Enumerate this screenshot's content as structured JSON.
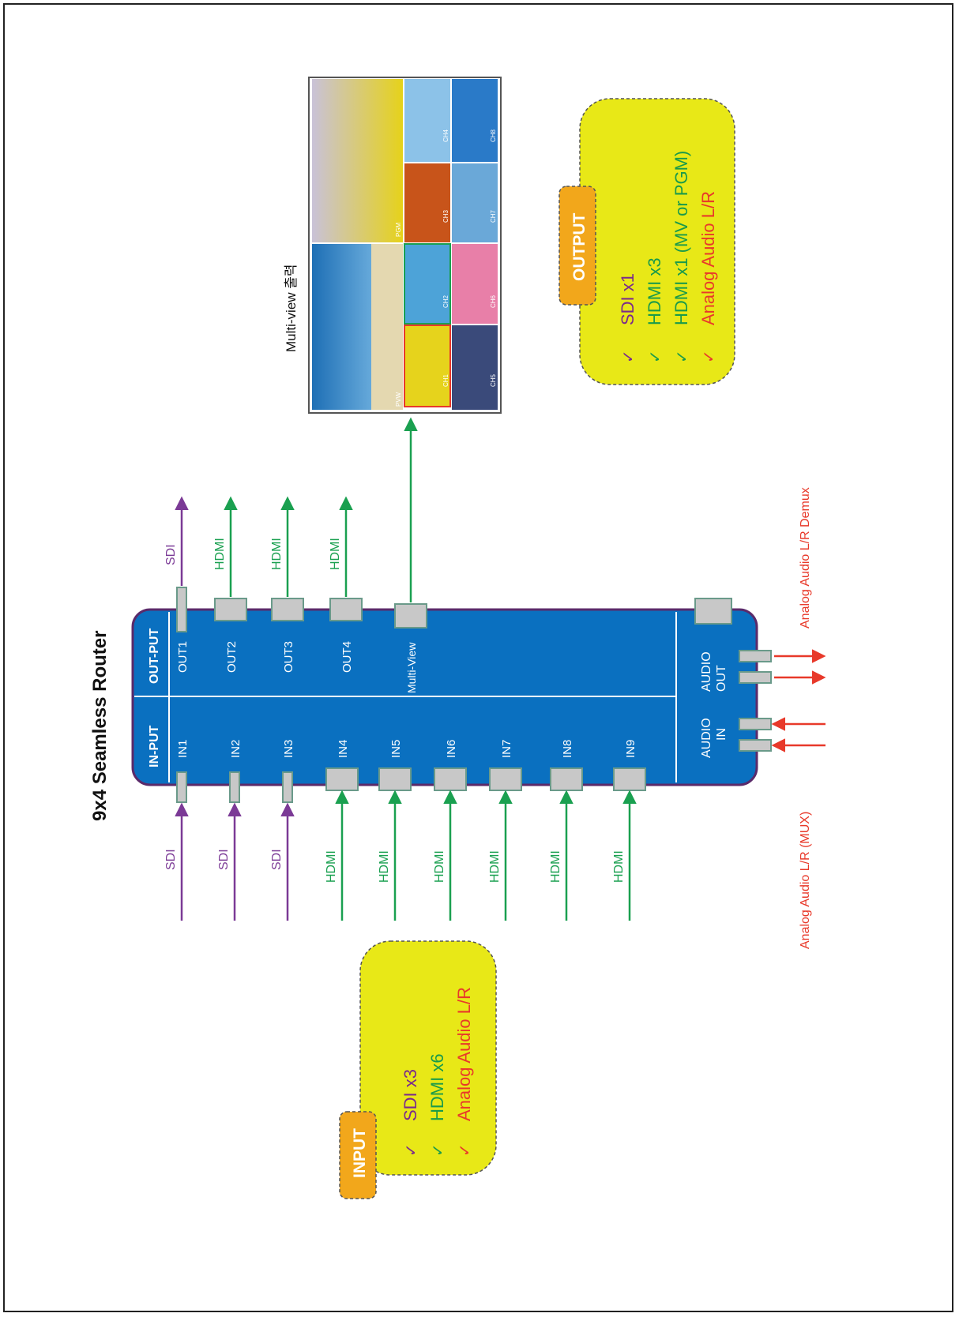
{
  "title": "9x4 Seamless Router",
  "router": {
    "input_section_label": "IN-PUT",
    "output_section_label": "OUT-PUT",
    "inputs": [
      {
        "port": "IN1",
        "signal": "SDI"
      },
      {
        "port": "IN2",
        "signal": "SDI"
      },
      {
        "port": "IN3",
        "signal": "SDI"
      },
      {
        "port": "IN4",
        "signal": "HDMI"
      },
      {
        "port": "IN5",
        "signal": "HDMI"
      },
      {
        "port": "IN6",
        "signal": "HDMI"
      },
      {
        "port": "IN7",
        "signal": "HDMI"
      },
      {
        "port": "IN8",
        "signal": "HDMI"
      },
      {
        "port": "IN9",
        "signal": "HDMI"
      }
    ],
    "outputs": [
      {
        "port": "OUT1",
        "signal": "SDI"
      },
      {
        "port": "OUT2",
        "signal": "HDMI"
      },
      {
        "port": "OUT3",
        "signal": "HDMI"
      },
      {
        "port": "OUT4",
        "signal": "HDMI"
      }
    ],
    "multiview_label": "Multi-View",
    "audio_in_label": [
      "AUDIO",
      "IN"
    ],
    "audio_out_label": [
      "AUDIO",
      "OUT"
    ]
  },
  "audio": {
    "mux_label": "Analog Audio L/R (MUX)",
    "demux_label": "Analog Audio L/R Demux"
  },
  "multiview": {
    "caption": "Multi-view 출력",
    "tiles": [
      "PVW",
      "PGM",
      "CH1",
      "CH2",
      "CH3",
      "CH4",
      "CH5",
      "CH6",
      "CH7",
      "CH8"
    ]
  },
  "input_box": {
    "badge": "INPUT",
    "items": [
      {
        "check": "✓",
        "text": "SDI x3",
        "color": "#7a2a8c"
      },
      {
        "check": "✓",
        "text": "HDMI x6",
        "color": "#1a9a4a"
      },
      {
        "check": "✓",
        "text": "Analog Audio L/R",
        "color": "#e8392a"
      }
    ]
  },
  "output_box": {
    "badge": "OUTPUT",
    "items": [
      {
        "check": "✓",
        "text": "SDI x1",
        "color": "#7a2a8c"
      },
      {
        "check": "✓",
        "text": "HDMI x3",
        "color": "#1a9a4a"
      },
      {
        "check": "✓",
        "text": "HDMI x1 (MV or PGM)",
        "color": "#1a9a4a"
      },
      {
        "check": "✓",
        "text": "Analog Audio  L/R",
        "color": "#e8392a"
      }
    ]
  },
  "colors": {
    "sdi": "#7b3a96",
    "hdmi": "#1aa050",
    "audio": "#e8392a",
    "router_fill": "#0a70c0",
    "router_border": "#5a2a6a",
    "box_fill": "#e8e817",
    "badge_fill": "#f2a71b"
  }
}
